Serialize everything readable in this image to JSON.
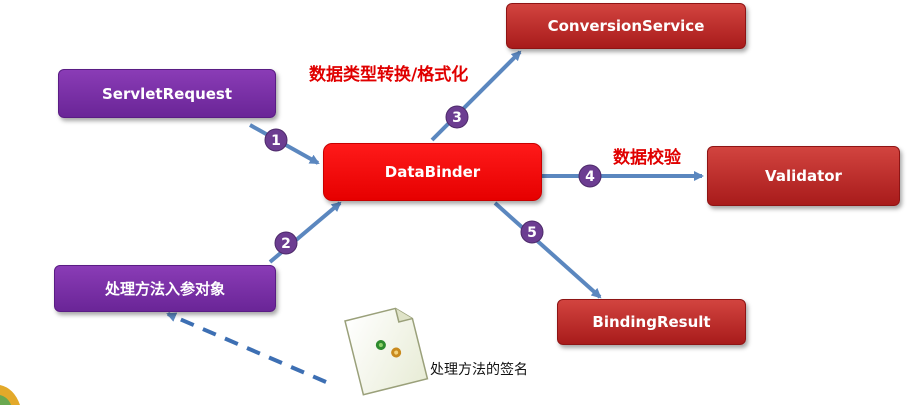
{
  "nodes": {
    "servlet_request": "ServletRequest",
    "method_args": "处理方法入参对象",
    "data_binder": "DataBinder",
    "conversion_service": "ConversionService",
    "validator": "Validator",
    "binding_result": "BindingResult"
  },
  "annotations": {
    "conversion": "数据类型转换/格式化",
    "validation": "数据校验",
    "method_signature": "处理方法的签名"
  },
  "steps": [
    "1",
    "2",
    "3",
    "4",
    "5"
  ],
  "colors": {
    "purple_node": "#7030a0",
    "dark_red_node": "#c0282a",
    "bright_red_node": "#ff0000",
    "arrow": "#5b87bf",
    "step_badge": "#6c3d91",
    "annotation_text": "#e00000"
  }
}
